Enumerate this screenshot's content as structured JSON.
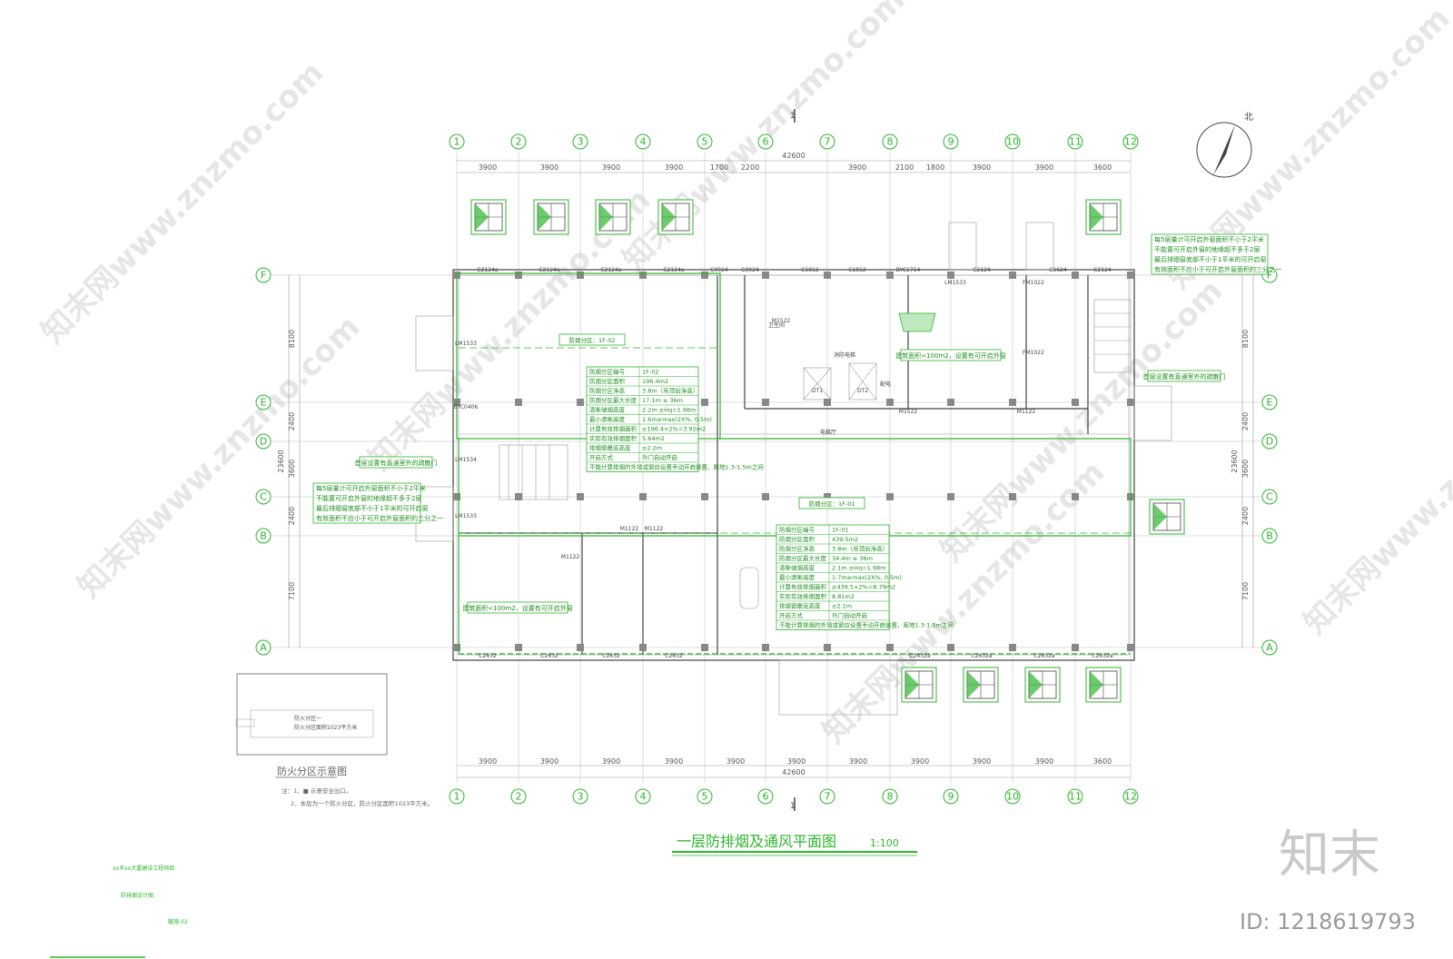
{
  "title": "一层防排烟及通风平面图",
  "scale": "1:100",
  "north": "北",
  "section_mark": "1",
  "grid_cols": [
    "1",
    "2",
    "3",
    "4",
    "5",
    "6",
    "7",
    "8",
    "9",
    "10",
    "11",
    "12"
  ],
  "grid_rows": [
    "F",
    "E",
    "D",
    "C",
    "B",
    "A"
  ],
  "top_dims": [
    "3900",
    "3900",
    "3900",
    "3900",
    "1700",
    "2200",
    "3900",
    "2100",
    "1800",
    "3900",
    "3900",
    "3600"
  ],
  "bottom_dims": [
    "3900",
    "3900",
    "3900",
    "3900",
    "3900",
    "3900",
    "3900",
    "3900",
    "3900",
    "3900",
    "3600"
  ],
  "total_dim": "42600",
  "left_dims": [
    "8100",
    "2400",
    "3600",
    "2400",
    "7100"
  ],
  "side_total": "23600",
  "zone_labels": {
    "zone2": "防烟分区：1F-02",
    "zone1": "防烟分区：1F-01"
  },
  "table_02": [
    [
      "防烟分区编号",
      "1F-02"
    ],
    [
      "防烟分区面积",
      "196.4m2"
    ],
    [
      "防烟分区净高",
      "3.8m（吊顶后净高）"
    ],
    [
      "防烟分区最大长度",
      "17.1m ≤ 36m"
    ],
    [
      "清晰储烟高度",
      "2.2m  ≥Hq=1.96m"
    ],
    [
      "最小清晰高度",
      "1.6m≥max(2X%, 0.5m)"
    ],
    [
      "计算有效排烟面积",
      "≥196.4×2%=3.92m2"
    ],
    [
      "实际有效排烟面积",
      "5.64m2"
    ],
    [
      "排烟窗最底高度",
      "≥2.2m"
    ],
    [
      "开启方式",
      "外门自动开启"
    ]
  ],
  "table_01": [
    [
      "防烟分区编号",
      "1F-01"
    ],
    [
      "防烟分区面积",
      "439.5m2"
    ],
    [
      "防烟分区净高",
      "3.8m（吊顶后净高）"
    ],
    [
      "防烟分区最大长度",
      "34.4m ≤ 36m"
    ],
    [
      "清晰储烟高度",
      "2.1m  ≥Hq=1.98m"
    ],
    [
      "最小清晰高度",
      "1.7m≥max(2X%, 0.5m)"
    ],
    [
      "计算有效排烟面积",
      "≥439.5×2%=8.79m2"
    ],
    [
      "实际有效排烟面积",
      "8.81m2"
    ],
    [
      "排烟窗最底高度",
      "≥2.1m"
    ],
    [
      "开启方式",
      "外门自动开启"
    ]
  ],
  "table_note": "不能计算排烟的外墙或窗应设置手动开启装置，距地1.3-1.5m之间",
  "notes": {
    "stair_rule": [
      "每5层量计可开启外窗面积不小于2平米",
      "不能置可开启外窗的地缘超不多于2层",
      "最后排烟窗底部不小于1平米的可开启窗",
      "有效面积不应小于可开启外窗面积的三分之一"
    ],
    "exterior_door": "首层设置有直通室外的疏散门",
    "small_room": "建筑面积<100m2，设置有可开启外窗",
    "lobby_note": "建筑面积<100m2，设置有可开启外窗"
  },
  "windows": {
    "top": [
      "C2124a",
      "C2124a",
      "C2124a",
      "C2124a",
      "C0924",
      "C0924",
      "C1812",
      "C1812",
      "BYC1714",
      "C2124",
      "C1624",
      "C2124"
    ],
    "bottom": [
      "C2432",
      "C2432",
      "C2432",
      "C2432",
      "C2432a",
      "C2432a",
      "C2432a",
      "C2432a"
    ]
  },
  "doors": [
    "M1122",
    "M1122",
    "M1122",
    "M1522",
    "M1522",
    "M1122",
    "FM1022",
    "FM1022",
    "LM1533",
    "LM1533",
    "LM1534",
    "LM1533",
    "BYC0406"
  ],
  "rooms": [
    "电梯厅",
    "DT1",
    "DT2",
    "消防电梯",
    "卫生间",
    "配电"
  ],
  "mini": {
    "title": "防火分区示意图",
    "area": "防火分区一",
    "area_text": "防火分区面积1023平方米",
    "notes": [
      "注：1、■ 示意安全出口。",
      "2、本层为一个防火分区，防火分区面积1023平方米。"
    ]
  },
  "footer": [
    "xx市xx大厦建设工程项目",
    "防排烟设计图",
    "暖施-02"
  ],
  "brand": "知末",
  "id": "ID: 1218619793",
  "watermark": "知末网www.znzmo.com",
  "colors": {
    "accent": "#2db52d",
    "line": "#444444"
  }
}
